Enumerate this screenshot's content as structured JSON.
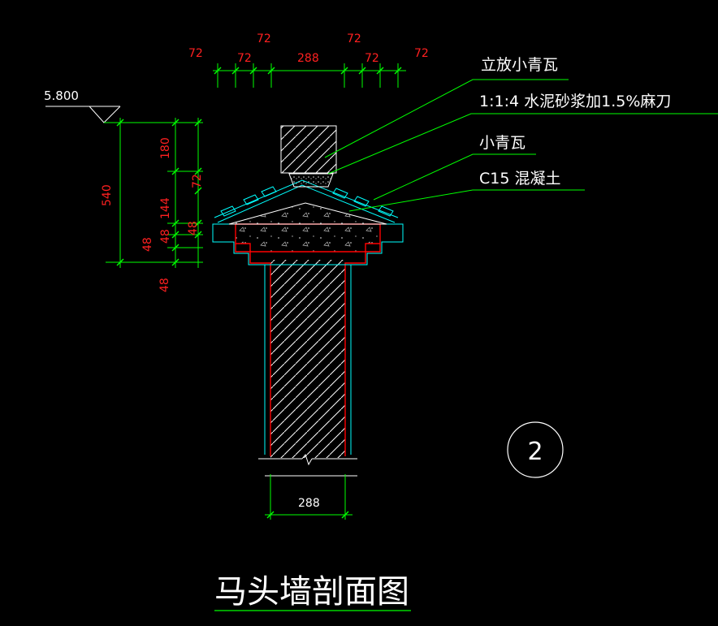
{
  "title": "马头墙剖面图",
  "elevation": "5.800",
  "detail_number": "2",
  "top_dims": {
    "row1": [
      "72",
      "72",
      "288",
      "72",
      "72",
      "72",
      "72"
    ],
    "labels": [
      "72",
      "72",
      "72",
      "288",
      "72",
      "72",
      "72"
    ]
  },
  "top_dim_a": "72",
  "top_dim_b": "72",
  "top_dim_c": "72",
  "top_dim_d": "288",
  "top_dim_e": "72",
  "top_dim_f": "72",
  "top_dim_g": "72",
  "left_dims": {
    "total": "540",
    "d180": "180",
    "d72": "72",
    "d144": "144",
    "d48a": "48",
    "d48b": "48",
    "d48c": "48",
    "d48d": "48"
  },
  "bottom_dim": "288",
  "annotations": {
    "a1": "立放小青瓦",
    "a2": "1:1:4 水泥砂浆加1.5%麻刀",
    "a3": "小青瓦",
    "a4": "C15 混凝土"
  },
  "colors": {
    "dim_line": "#00ff00",
    "dim_text": "#ff2020",
    "leader": "#00ff00",
    "outline": "#ffffff",
    "tile": "#00ffff",
    "wall_edge": "#ff0000"
  }
}
